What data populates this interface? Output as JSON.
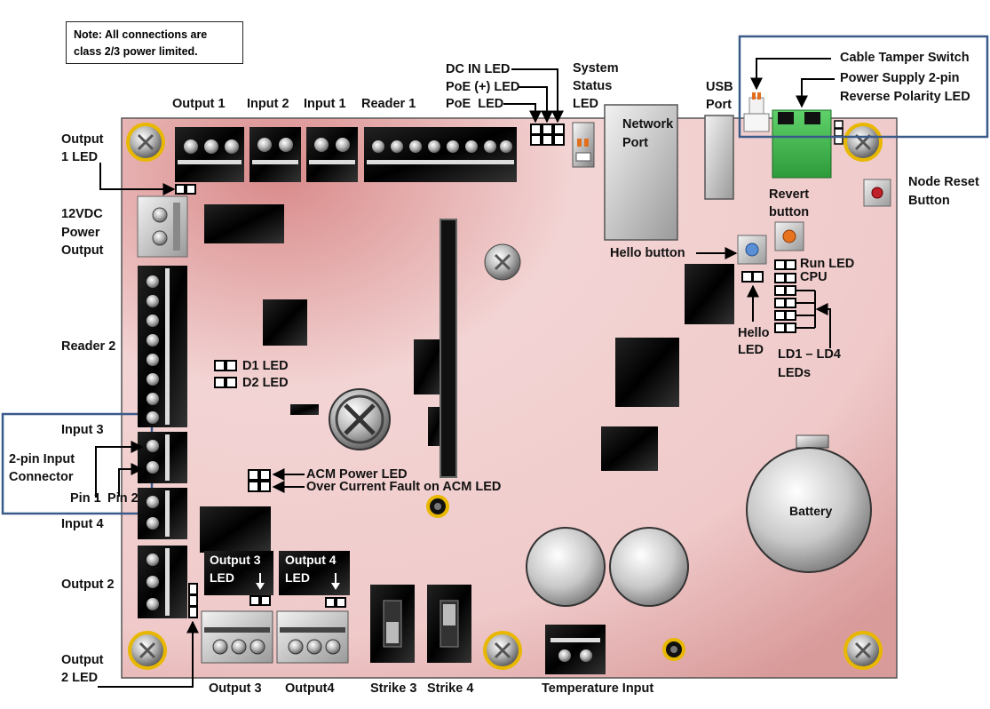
{
  "note": {
    "line1": "Note: All connections are",
    "line2": "class 2/3 power limited."
  },
  "top_labels": {
    "output1": "Output 1",
    "input2": "Input 2",
    "input1": "Input 1",
    "reader1": "Reader 1",
    "dc_in_led": "DC IN LED",
    "poe_plus_led": "PoE (+) LED",
    "poe_led": "PoE  LED",
    "system": "System",
    "status": "Status",
    "led": "LED",
    "network": "Network",
    "port": "Port",
    "usb": "USB",
    "usb_port": "Port",
    "cable_tamper": "Cable Tamper Switch",
    "power_supply": "Power Supply 2-pin",
    "reverse_polarity": "Reverse Polarity LED"
  },
  "left_labels": {
    "output1_led_1": "Output",
    "output1_led_2": "1 LED",
    "vdc_1": "12VDC",
    "vdc_2": "Power",
    "vdc_3": "Output",
    "reader2": "Reader 2",
    "input3": "Input 3",
    "two_pin_1": "2-pin Input",
    "two_pin_2": "Connector",
    "pin1": "Pin 1",
    "pin2": "Pin 2",
    "input4": "Input 4",
    "output2": "Output 2",
    "output2_led_1": "Output",
    "output2_led_2": "2 LED"
  },
  "right_labels": {
    "node_reset_1": "Node Reset",
    "node_reset_2": "Button",
    "revert_1": "Revert",
    "revert_2": "button",
    "hello_button": "Hello button",
    "run_led": "Run LED",
    "cpu": "CPU",
    "hello_led_1": "Hello",
    "hello_led_2": "LED",
    "ld_1": "LD1 – LD4",
    "ld_2": "LEDs"
  },
  "board_labels": {
    "d1_led": "D1 LED",
    "d2_led": "D2 LED",
    "acm_power_led": "ACM Power LED",
    "over_current": "Over Current Fault on ACM LED",
    "output3_led_1": "Output 3",
    "output3_led_2": "LED",
    "output4_led_1": "Output 4",
    "output4_led_2": "LED",
    "battery": "Battery"
  },
  "bottom_labels": {
    "output3": "Output 3",
    "output4": "Output4",
    "strike3": "Strike 3",
    "strike4": "Strike 4",
    "temperature": "Temperature Input"
  },
  "colors": {
    "board": "#e9b3b3",
    "highlight_box": "#3a5a8a",
    "screw_ring": "#e8b800",
    "connector_green": "#3cb043",
    "tamper_orange": "#e07020",
    "hello_blue": "#5a8fd6",
    "revert_orange": "#e8731e",
    "reset_red": "#c0202a"
  }
}
